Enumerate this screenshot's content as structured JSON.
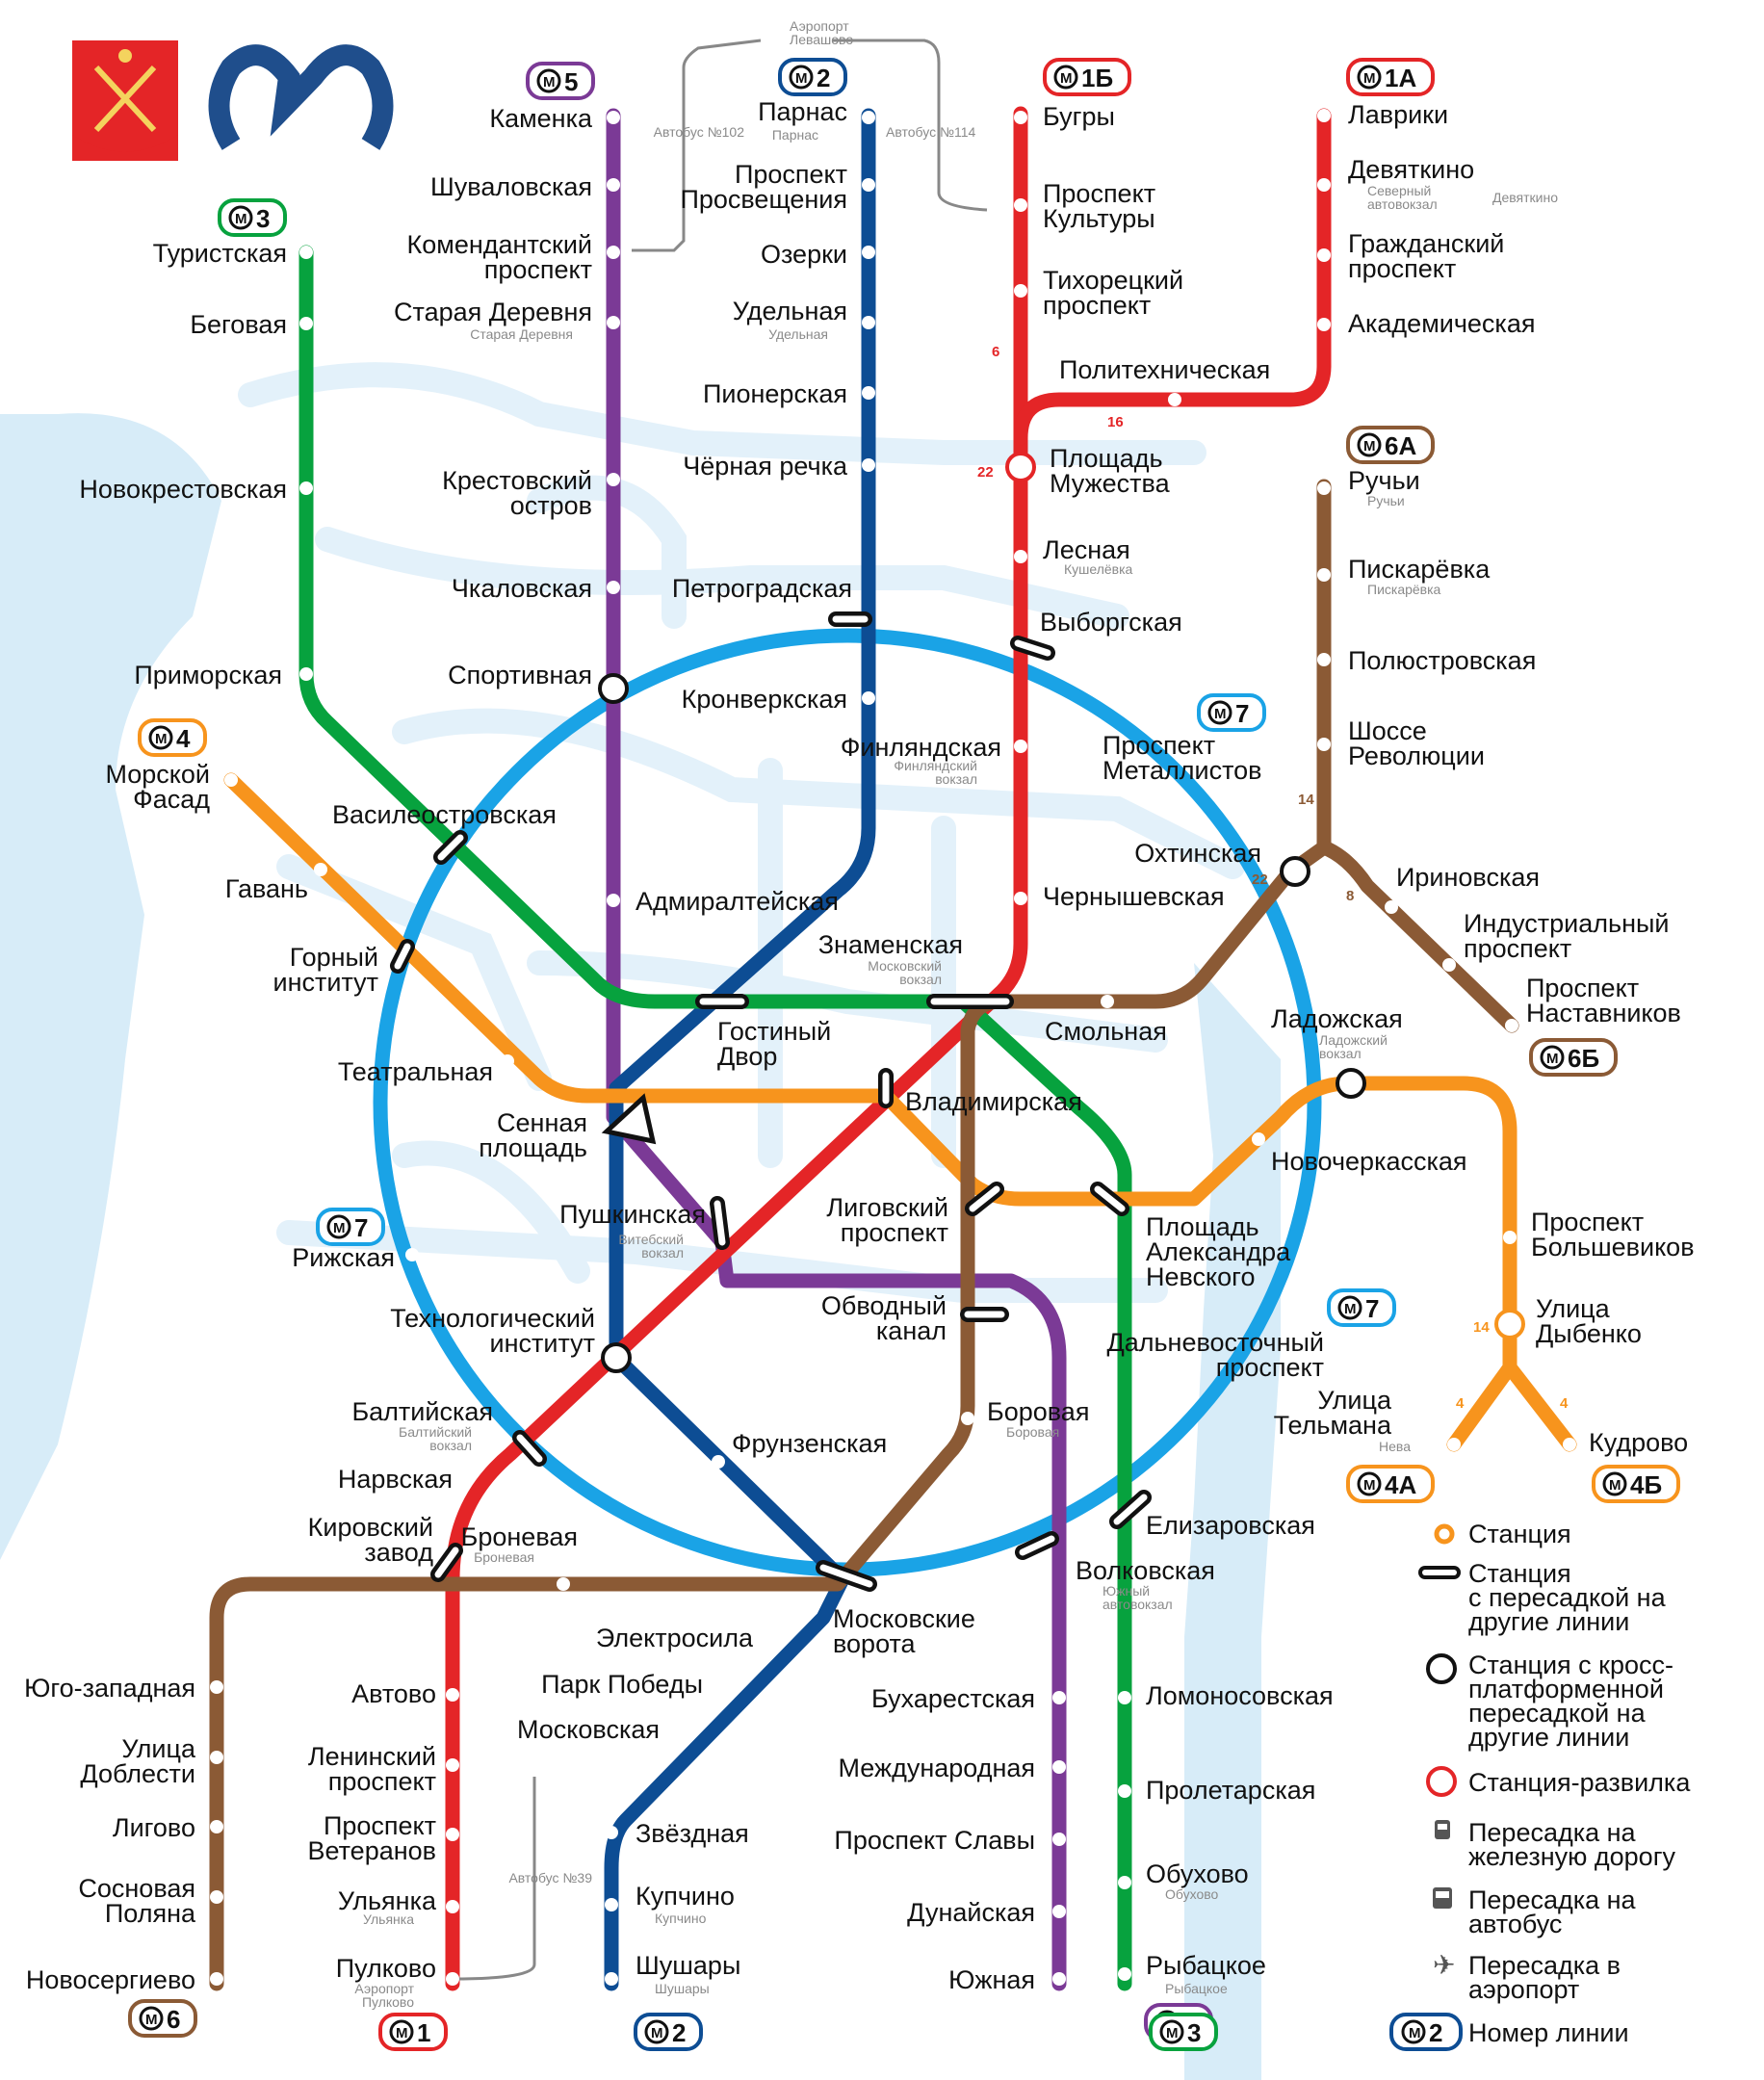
{
  "colors": {
    "line1": "#e42527",
    "line2": "#0d4d94",
    "line3": "#07a23e",
    "line4": "#f7941d",
    "line5": "#7b3a96",
    "line6": "#8b5a35",
    "line7": "#1aa3e6",
    "water": "#d7ecf8",
    "roads": "#e6f3fb"
  },
  "lines": {
    "l1": {
      "number": "1",
      "line_label": "1"
    },
    "l1a": {
      "number": "1А"
    },
    "l1b": {
      "number": "1Б"
    },
    "l2": {
      "number": "2"
    },
    "l3": {
      "number": "3"
    },
    "l4": {
      "number": "4"
    },
    "l4a": {
      "number": "4А"
    },
    "l4b": {
      "number": "4Б"
    },
    "l5": {
      "number": "5"
    },
    "l6": {
      "number": "6"
    },
    "l6a": {
      "number": "6А"
    },
    "l6b": {
      "number": "6Б"
    },
    "l7": {
      "number": "7"
    }
  },
  "stations": {
    "kamenka": "Каменка",
    "shuvalovskaya": "Шуваловская",
    "komendantskiy": [
      "Комендантский",
      "проспект"
    ],
    "staraya_derevnya": "Старая Деревня",
    "krestovskiy": [
      "Крестовский",
      "остров"
    ],
    "chkalovskaya": "Чкаловская",
    "sportivnaya": "Спортивная",
    "admiralteyskaya": "Адмиралтейская",
    "sennaya": [
      "Сенная",
      "площадь"
    ],
    "pushkinskaya": "Пушкинская",
    "obvodny": [
      "Обводный",
      "канал"
    ],
    "borovaya": "Боровая",
    "volkovskaya": "Волковская",
    "bukharestskaya": "Бухарестская",
    "mezhdunarodnaya": "Международная",
    "prospekt_slavy": "Проспект Славы",
    "dunayskaya": "Дунайская",
    "yuzhnaya": "Южная",
    "parnas": "Парнас",
    "prosvescheniya": [
      "Проспект",
      "Просвещения"
    ],
    "ozerki": "Озерки",
    "udelnaya": "Удельная",
    "pionerskaya": "Пионерская",
    "chernaya_rechka": "Чёрная речка",
    "petrogradskaya": "Петроградская",
    "kronverkskaya": "Кронверкская",
    "gorkovskaya": "",
    "nevsky": "",
    "gostiny": [
      "Гостиный",
      "Двор"
    ],
    "tekhnologicheskiy": [
      "Технологический",
      "институт"
    ],
    "frunzenskaya": "Фрунзенская",
    "moskovskie_vorota": [
      "Московские",
      "ворота"
    ],
    "elektrosila": "Электросила",
    "park_pobedy": "Парк Победы",
    "moskovskaya": "Московская",
    "zvezdnaya": "Звёздная",
    "kupchino": "Купчино",
    "shushary": "Шушары",
    "bugry": "Бугры",
    "prospekt_kultury": [
      "Проспект",
      "Культуры"
    ],
    "tikhoretskiy": [
      "Тихорецкий",
      "проспект"
    ],
    "ploschad_muzhestva": [
      "Площадь",
      "Мужества"
    ],
    "politekhnicheskaya": "Политехническая",
    "lesnaya": "Лесная",
    "vyborgskaya": "Выборгская",
    "finlyandskaya": "Финляндская",
    "chernyshevskaya": "Чернышевская",
    "znamenskaya": "Знаменская",
    "vladimirskaya": "Владимирская",
    "baltiyskaya": "Балтийская",
    "narvskaya": "Нарвская",
    "kirovskiy_zavod": [
      "Кировский",
      "завод"
    ],
    "avtovo": "Автово",
    "leninskiy": [
      "Ленинский",
      "проспект"
    ],
    "veteranov": [
      "Проспект",
      "Ветеранов"
    ],
    "ulyanka": "Ульянка",
    "pulkovo": "Пулково",
    "lavriki": "Лаврики",
    "devyatkino": "Девяткино",
    "grazhdanskiy": [
      "Гражданский",
      "проспект"
    ],
    "akademicheskaya": "Академическая",
    "turistskaya": "Туристская",
    "begovaya": "Беговая",
    "novokrestovskaya": "Новокрестовская",
    "primorskaya": "Приморская",
    "vasileostrovskaya": "Василеостровская",
    "ploschad_nevskogo": [
      "Площадь",
      "Александра",
      "Невского"
    ],
    "elizarovskaya": "Елизаровская",
    "lomonosovskaya": "Ломоносовская",
    "proletarskaya": "Пролетарская",
    "obukhovo": "Обухово",
    "rybatskoe": "Рыбацкое",
    "morskoy_fasad": [
      "Морской",
      "Фасад"
    ],
    "gavan": "Гавань",
    "gorny": [
      "Горный",
      "институт"
    ],
    "teatralnaya": "Театральная",
    "ligovsky": [
      "Лиговский",
      "проспект"
    ],
    "novocherkasskaya": "Новочеркасская",
    "ladozhskaya": "Ладожская",
    "bolshevikov": [
      "Проспект",
      "Большевиков"
    ],
    "dybenko": [
      "Улица",
      "Дыбенко"
    ],
    "telmana": [
      "Улица",
      "Тельмана"
    ],
    "kudrovo": "Кудрово",
    "ruchyi": "Ручьи",
    "piskarevka": "Пискарёвка",
    "polyustrovskaya": "Полюстровская",
    "shosse_revolyutsii": [
      "Шоссе",
      "Революции"
    ],
    "okhtinskaya": "Охтинская",
    "irinovskaya": "Ириновская",
    "industrialny": [
      "Индустриальный",
      "проспект"
    ],
    "nastavnikov": [
      "Проспект",
      "Наставников"
    ],
    "smolnaya": "Смольная",
    "broneva": "Броневая",
    "yugo_zapadnaya": "Юго-западная",
    "ulitsa_doblesti": [
      "Улица",
      "Доблести"
    ],
    "ligovo": "Лигово",
    "sosnovaya": [
      "Сосновая",
      "Поляна"
    ],
    "novosergievo": "Новосергиево",
    "metallistov": [
      "Проспект",
      "Металлистов"
    ],
    "rizhskaya": "Рижская",
    "dalnevostochny": [
      "Дальневосточный",
      "проспект"
    ]
  },
  "sublabels": {
    "parnas": "Парнас",
    "staraya_derevnya": "Старая Деревня",
    "udelnaya": "Удельная",
    "kushelevka": "Кушелёвка",
    "finlyandsky": [
      "Финляндский",
      "вокзал"
    ],
    "moskovsky": [
      "Московский",
      "вокзал"
    ],
    "vitebsky": [
      "Витебский",
      "вокзал"
    ],
    "baltiysky": [
      "Балтийский",
      "вокзал"
    ],
    "borovaya": "Боровая",
    "broneva": "Броневая",
    "yuzhny_avto": [
      "Южный",
      "автовокзал"
    ],
    "ulyanka": "Ульянка",
    "kupchino": "Купчино",
    "shushary": "Шушары",
    "obukhovo": "Обухово",
    "rybatskoe": "Рыбацкое",
    "ruchyi": "Ручьи",
    "piskarevka": "Пискарёвка",
    "ladozhsky": [
      "Ладожский",
      "вокзал"
    ],
    "neva": "Нева",
    "severny_avto": [
      "Северный",
      "автовокзал"
    ],
    "devyatkino": "Девяткино",
    "airport_pulkovo": [
      "Аэропорт",
      "Пулково"
    ],
    "airport_levashovo": [
      "Аэропорт",
      "Левашово"
    ],
    "bus102": "Автобус №102",
    "bus114": "Автобус №114",
    "bus39": "Автобус №39"
  },
  "branch_numbers": {
    "b6": "6",
    "b16": "16",
    "b22a": "22",
    "b14": "14",
    "b22b": "22",
    "b8": "8",
    "b14b": "14",
    "b4a": "4",
    "b4b": "4"
  },
  "legend": {
    "station": "Станция",
    "transfer": [
      "Станция",
      "с пересадкой на",
      "другие линии"
    ],
    "cross_platform": [
      "Станция с кросс-",
      "платформенной",
      "пересадкой на",
      "другие линии"
    ],
    "fork": "Станция-развилка",
    "rail": [
      "Пересадка на",
      "железную дорогу"
    ],
    "bus": [
      "Пересадка на",
      "автобус"
    ],
    "airport": [
      "Пересадка в",
      "аэропорт"
    ],
    "line_number": "Номер линии",
    "line_number_example": "2"
  }
}
